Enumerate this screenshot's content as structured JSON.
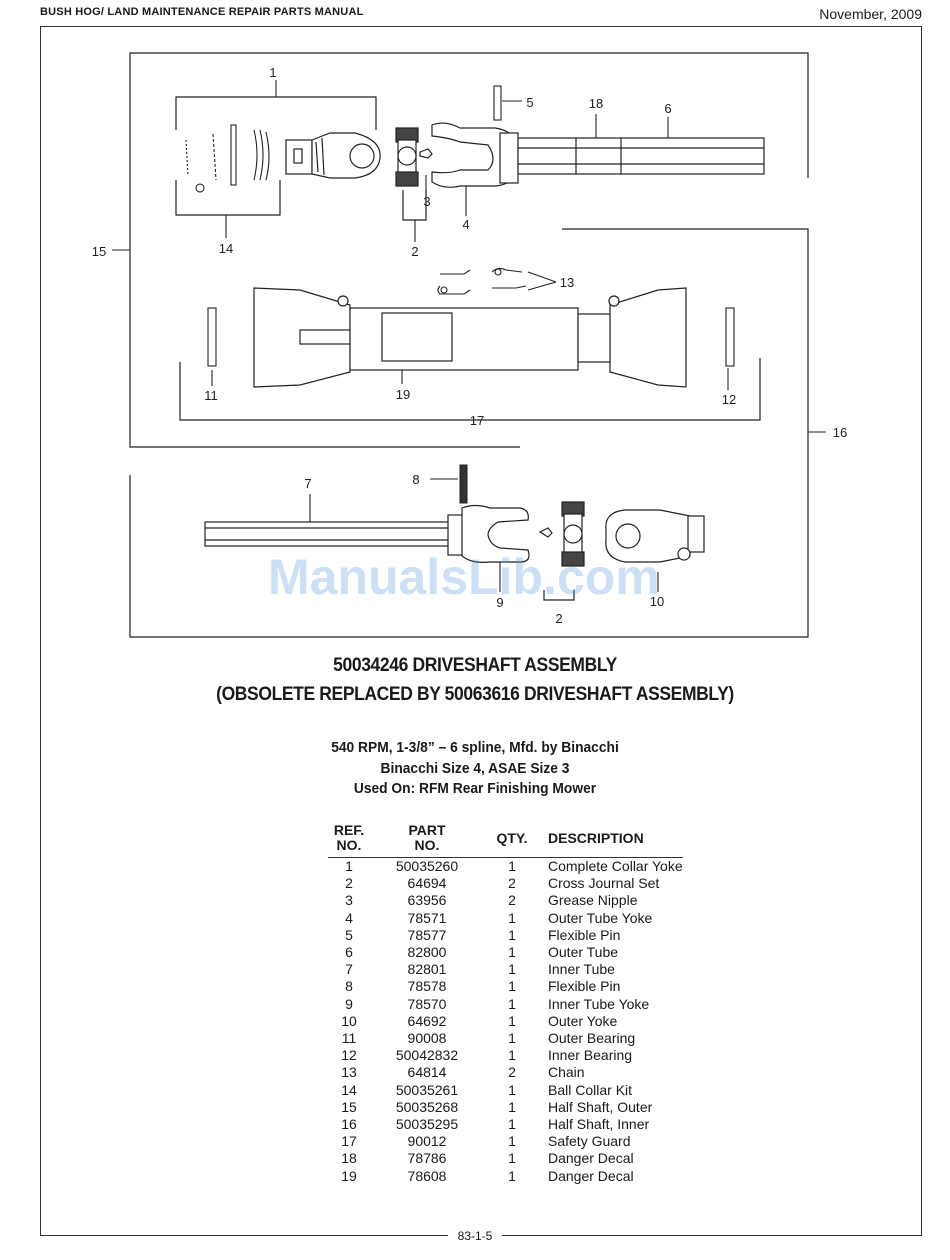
{
  "header": {
    "manual_title": "BUSH HOG/ LAND MAINTENANCE REPAIR PARTS MANUAL",
    "date": "November, 2009"
  },
  "diagram": {
    "callouts": {
      "c1": "1",
      "c2a": "2",
      "c2b": "2",
      "c3": "3",
      "c4": "4",
      "c5": "5",
      "c6": "6",
      "c7": "7",
      "c8": "8",
      "c9": "9",
      "c10": "10",
      "c11": "11",
      "c12": "12",
      "c13": "13",
      "c14": "14",
      "c15": "15",
      "c16": "16",
      "c17": "17",
      "c18": "18",
      "c19": "19"
    }
  },
  "watermark": "ManualsLib.com",
  "assembly": {
    "title": "50034246 DRIVESHAFT ASSEMBLY",
    "replacement_note": "(OBSOLETE REPLACED BY 50063616 DRIVESHAFT ASSEMBLY)",
    "specs": {
      "line1": "540 RPM, 1-3/8” – 6 spline, Mfd. by Binacchi",
      "line2": "Binacchi Size 4, ASAE Size 3",
      "line3": "Used On: RFM Rear Finishing Mower"
    }
  },
  "parts_table": {
    "headers": {
      "ref_line1": "REF.",
      "ref_line2": "NO.",
      "part_line1": "PART",
      "part_line2": "NO.",
      "qty": "QTY.",
      "description": "DESCRIPTION"
    },
    "rows": [
      {
        "ref": "1",
        "part": "50035260",
        "qty": "1",
        "description": "Complete Collar Yoke"
      },
      {
        "ref": "2",
        "part": "64694",
        "qty": "2",
        "description": "Cross Journal Set"
      },
      {
        "ref": "3",
        "part": "63956",
        "qty": "2",
        "description": "Grease Nipple"
      },
      {
        "ref": "4",
        "part": "78571",
        "qty": "1",
        "description": "Outer Tube Yoke"
      },
      {
        "ref": "5",
        "part": "78577",
        "qty": "1",
        "description": "Flexible Pin"
      },
      {
        "ref": "6",
        "part": "82800",
        "qty": "1",
        "description": "Outer Tube"
      },
      {
        "ref": "7",
        "part": "82801",
        "qty": "1",
        "description": "Inner Tube"
      },
      {
        "ref": "8",
        "part": "78578",
        "qty": "1",
        "description": "Flexible Pin"
      },
      {
        "ref": "9",
        "part": "78570",
        "qty": "1",
        "description": "Inner Tube Yoke"
      },
      {
        "ref": "10",
        "part": "64692",
        "qty": "1",
        "description": "Outer Yoke"
      },
      {
        "ref": "11",
        "part": "90008",
        "qty": "1",
        "description": "Outer Bearing"
      },
      {
        "ref": "12",
        "part": "50042832",
        "qty": "1",
        "description": "Inner Bearing"
      },
      {
        "ref": "13",
        "part": "64814",
        "qty": "2",
        "description": "Chain"
      },
      {
        "ref": "14",
        "part": "50035261",
        "qty": "1",
        "description": "Ball Collar Kit"
      },
      {
        "ref": "15",
        "part": "50035268",
        "qty": "1",
        "description": "Half Shaft, Outer"
      },
      {
        "ref": "16",
        "part": "50035295",
        "qty": "1",
        "description": "Half Shaft, Inner"
      },
      {
        "ref": "17",
        "part": "90012",
        "qty": "1",
        "description": "Safety Guard"
      },
      {
        "ref": "18",
        "part": "78786",
        "qty": "1",
        "description": "Danger Decal"
      },
      {
        "ref": "19",
        "part": "78608",
        "qty": "1",
        "description": "Danger Decal"
      }
    ]
  },
  "footer": {
    "page_number": "83-1-5"
  }
}
